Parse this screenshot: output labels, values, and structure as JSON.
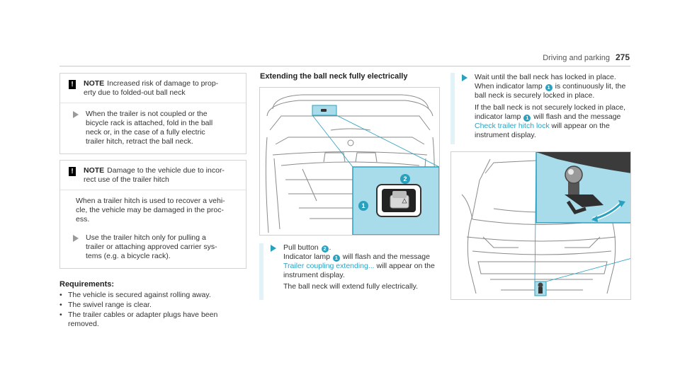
{
  "header": {
    "section": "Driving and parking",
    "page": "275"
  },
  "notes": [
    {
      "label": "NOTE",
      "title": "Increased risk of damage to prop-\nerty due to folded-out ball neck",
      "steps": [
        "When the trailer is not coupled or the\nbicycle rack is attached, fold in the ball\nneck or, in the case of a fully electric\ntrailer hitch, retract the ball neck."
      ]
    },
    {
      "label": "NOTE",
      "title": "Damage to the vehicle due to incor-\nrect use of the trailer hitch",
      "text": "When a trailer hitch is used to recover a vehi-\ncle, the vehicle may be damaged in the proc-\ness.",
      "steps": [
        "Use the trailer hitch only for pulling a\ntrailer or attaching approved carrier sys-\ntems (e.g. a bicycle rack)."
      ]
    }
  ],
  "requirements": {
    "title": "Requirements:",
    "items": [
      "The vehicle is secured against rolling away.",
      "The swivel range is clear.",
      "The trailer cables or adapter plugs have been\nremoved."
    ]
  },
  "middle": {
    "title": "Extending the ball neck fully electrically",
    "callout1": "1",
    "callout2": "2",
    "step_pull": "Pull button",
    "btn_num": "2",
    "ind_pre": "Indicator lamp",
    "ind_num": "1",
    "ind_post": "will flash and the message",
    "message": "Trailer coupling extending...",
    "msg_post": "will appear on the\ninstrument display.",
    "final": "The ball neck will extend fully electrically."
  },
  "right": {
    "wait_pre": "Wait until the ball neck has locked in place.\nWhen indicator lamp",
    "num1": "1",
    "wait_post": "is continuously lit, the\nball neck is securely locked in place.",
    "if_text": "If the ball neck is not securely locked in place,\nindicator lamp",
    "num2": "1",
    "if_post": "will flash and the message",
    "message": "Check trailer hitch lock",
    "msg_post": "will appear on the\ninstrument display."
  },
  "colors": {
    "accent": "#2aa0bf",
    "highlight_fill": "#a9dcea",
    "message_text": "#2ba3c4"
  }
}
